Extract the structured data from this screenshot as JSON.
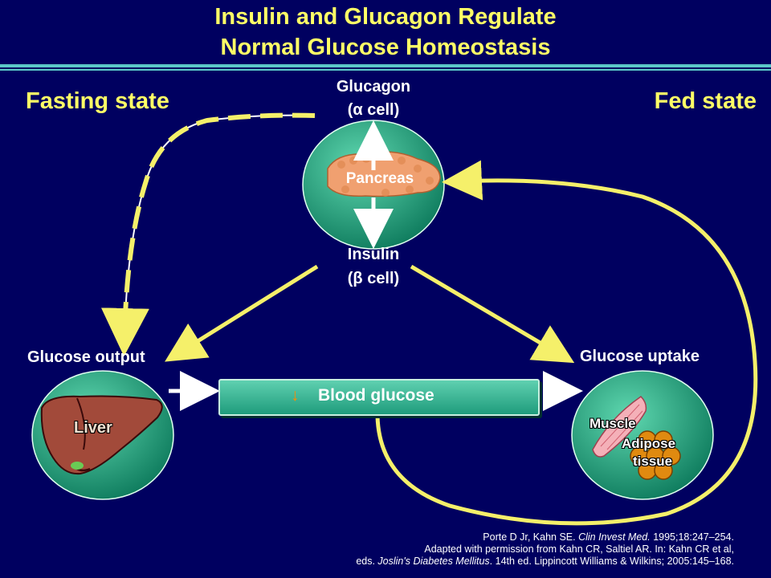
{
  "title": {
    "line1": "Insulin and Glucagon Regulate",
    "line2": "Normal Glucose Homeostasis"
  },
  "states": {
    "left": "Fasting state",
    "right": "Fed state"
  },
  "pancreas": {
    "label": "Pancreas",
    "glucagon_line1": "Glucagon",
    "glucagon_line2_prefix": "(",
    "glucagon_symbol": "α",
    "glucagon_line2_suffix": " cell)",
    "insulin_line1": "Insulin",
    "insulin_line2": "(β cell)"
  },
  "liver": {
    "caption": "Glucose output",
    "label": "Liver"
  },
  "tissues": {
    "caption": "Glucose uptake",
    "muscle": "Muscle",
    "adipose_line1": "Adipose",
    "adipose_line2": "tissue"
  },
  "blood": {
    "label": "Blood glucose",
    "arrow_icon": "down-arrow-icon"
  },
  "citation": {
    "l1_a": "Porte D Jr, Kahn SE. ",
    "l1_journal": "Clin Invest Med.",
    "l1_b": " 1995;18:247–254.",
    "l2": "Adapted with permission from Kahn CR, Saltiel AR. In: Kahn CR et al,",
    "l3_a": "eds. ",
    "l3_book": "Joslin's Diabetes Mellitus",
    "l3_b": ". 14th ed. Lippincott Williams & Wilkins; 2005:145–168."
  },
  "colors": {
    "background": "#000060",
    "accent_yellow": "#ffff66",
    "arrow_yellow": "#f5f06a",
    "circle_green": "#2fb08e"
  }
}
